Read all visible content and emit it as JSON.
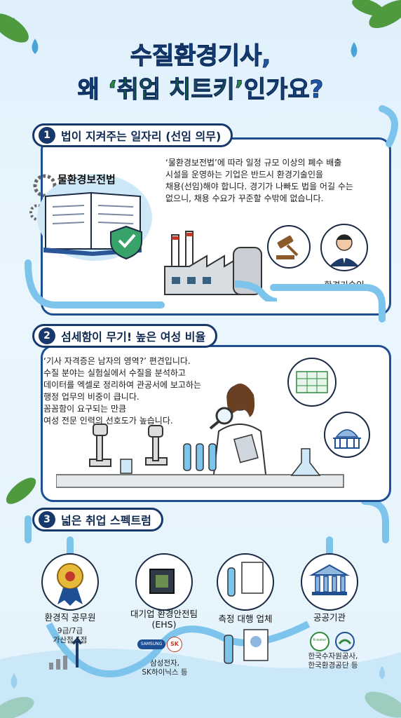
{
  "title": {
    "line1": "수질환경기사,",
    "line2_a": "왜 ",
    "line2_b": "‘취업 치트키’",
    "line2_c": "인가요?"
  },
  "section1": {
    "num": "1",
    "heading": "법이 지켜주는 일자리 (선임 의무)",
    "book_label": "물환경보전법",
    "body": [
      "‘물환경보전법’에 따라 일정 규모 이상의 폐수 배출",
      "시설을 운영하는 기업은 반드시 환경기술인을",
      "채용(선임)해야 합니다. 경기가 나빠도 법을 어길 수는",
      "없으니, 채용 수요가 꾸준할 수밖에 없습니다."
    ],
    "person_label": "환경기술인"
  },
  "section2": {
    "num": "2",
    "heading": "섬세함이 무기! 높은 여성 비율",
    "body": [
      "‘기사 자격증은 남자의 영역?’ 편견입니다.",
      "수질 분야는 실험실에서 수질을 분석하고",
      "데이터를 엑셀로 정리하여 관공서에 보고하는",
      "행정 업무의 비중이 큽니다.",
      "꼼꼼함이 요구되는 만큼",
      "여성 전문 인력의 선호도가 높습니다."
    ]
  },
  "section3": {
    "num": "3",
    "heading": "넓은 취업 스펙트럼",
    "items": [
      {
        "label": "환경직 공무원",
        "sub": [
          "9급/7급",
          "가산점 5점"
        ]
      },
      {
        "label": "대기업 환경안전팀",
        "label2": "(EHS)",
        "sub": [
          "삼성전자,",
          "SK하이닉스 등"
        ],
        "logo1": "SAMSUNG",
        "logo2": "SK"
      },
      {
        "label": "측정 대행 업체",
        "sub": []
      },
      {
        "label": "공공기관",
        "sub": [
          "한국수자원공사,",
          "한국환경공단 등"
        ],
        "logo1": "K-water"
      }
    ]
  },
  "colors": {
    "accent": "#1e4f92",
    "water": "#7cc4ec",
    "green": "#2f8a3a"
  }
}
